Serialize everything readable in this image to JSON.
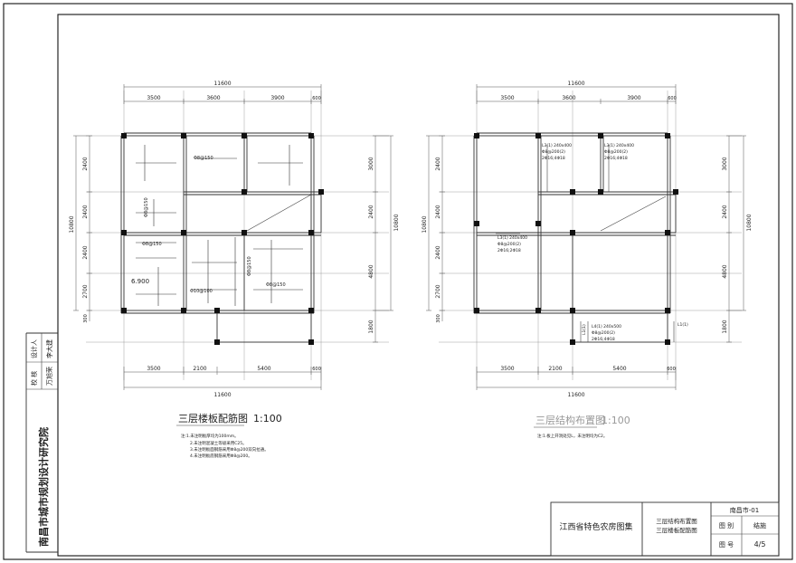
{
  "left_plan": {
    "overall_width": "11600",
    "top_dims": [
      "3500",
      "3600",
      "3900",
      "600"
    ],
    "bottom_dims": [
      "3500",
      "2100",
      "5400",
      "600"
    ],
    "left_dims": [
      "2400",
      "2400",
      "2400",
      "2700",
      "300"
    ],
    "right_dims": [
      "3000",
      "2400",
      "4800",
      "1800"
    ],
    "overall_height": "10800",
    "rebar_labels": [
      "Φ8@150",
      "Φ8@150",
      "Φ8@150",
      "Φ8@150",
      "Φ10@100",
      "Φ8@150"
    ],
    "elevation": "6.900",
    "title": "三层楼板配筋图",
    "scale": "1:100",
    "notes": [
      "注:1.未注明板厚均为100mm。",
      "2.未注明混凝土等级采用C25。",
      "3.未注明板面钢筋采用Φ8@200双向拉通。",
      "4.未注明板底钢筋采用Φ8@200。"
    ]
  },
  "right_plan": {
    "overall_width": "11600",
    "top_dims": [
      "3500",
      "3600",
      "3900",
      "600"
    ],
    "bottom_dims": [
      "3500",
      "2100",
      "5400",
      "600"
    ],
    "left_dims": [
      "2400",
      "2400",
      "2400",
      "2700",
      "300"
    ],
    "right_dims": [
      "3000",
      "2400",
      "4800",
      "1800"
    ],
    "overall_height": "10800",
    "beam_labels": [
      {
        "l1": "L3(1) 240x400",
        "l2": "Φ8@200(2)",
        "l3": "2Φ16;4Φ18"
      },
      {
        "l1": "L3(1) 240x400",
        "l2": "Φ8@200(2)",
        "l3": "2Φ16;4Φ18"
      },
      {
        "l1": "L3(1) 240x400",
        "l2": "Φ8@200(2)",
        "l3": "2Φ16;2Φ18"
      },
      {
        "l1": "L4(1) 240x500",
        "l2": "Φ8@200(2)",
        "l3": "2Φ16;4Φ18"
      }
    ],
    "small_labels": [
      "L1(1)",
      "L1(1)"
    ],
    "title": "三层结构布置图",
    "scale": "1:100",
    "notes": [
      "注:1.板上开洞处见L，未注明均为C2。"
    ]
  },
  "side_strip": {
    "institute": "南昌市城市规划设计研究院",
    "designer_label": "设计人",
    "designer_name": "李大建",
    "checker_label": "校 核",
    "checker_name": "万旭荣"
  },
  "title_block": {
    "project": "江西省特色农房图集",
    "drawing_title_1": "三层结构布置图",
    "drawing_title_2": "三层楼板配筋图",
    "code": "南昌市-01",
    "category_label": "图 别",
    "category_value": "结施",
    "number_label": "图 号",
    "number_value": "4/5"
  }
}
